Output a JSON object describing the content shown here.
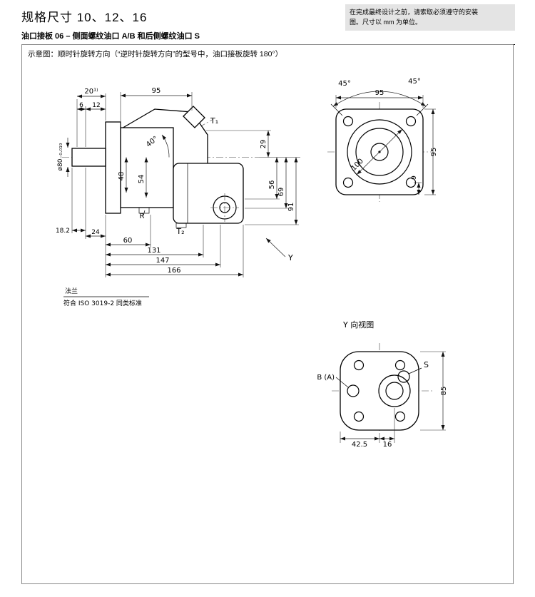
{
  "header": {
    "title": "规格尺寸 10、12、16",
    "note_line1": "在完成最终设计之前，请索取必须遵守的安装",
    "note_line2": "图。尺寸以 mm 为单位。",
    "subtitle": "油口接板 06 – 侧面螺纹油口 A/B 和后侧螺纹油口 S"
  },
  "schematic": {
    "note": "示意图：顺时针旋转方向（“逆时针旋转方向”的型号中，油口接板旋转 180°）"
  },
  "side_view": {
    "dims": {
      "d20": "20¹⁾",
      "d6": "6",
      "d12": "12",
      "d95": "95",
      "t1": "T₁",
      "angle40": "40°",
      "d29": "29",
      "d56": "56",
      "d69": "69",
      "d91": "91",
      "d48": "48",
      "d54": "54",
      "shaft_dia": "ø80₋₀.₀₁₉",
      "r": "R",
      "t2": "T₂",
      "d18_2": "18.2",
      "d24": "24",
      "d60": "60",
      "d131": "131",
      "d147": "147",
      "d166": "166",
      "y": "Y"
    },
    "flange_label": "法兰",
    "flange_note": "符合 ISO 3019-2 同类标准"
  },
  "front_view": {
    "dims": {
      "angle_left": "45°",
      "angle_right": "45°",
      "d95_top": "95",
      "d100": "100",
      "d95_right": "95",
      "d9": "9"
    }
  },
  "y_view": {
    "title": "Y 向视图",
    "port_ba": "B (A)",
    "port_s": "S",
    "dims": {
      "d85": "85",
      "d42_5": "42.5",
      "d16": "16"
    }
  }
}
